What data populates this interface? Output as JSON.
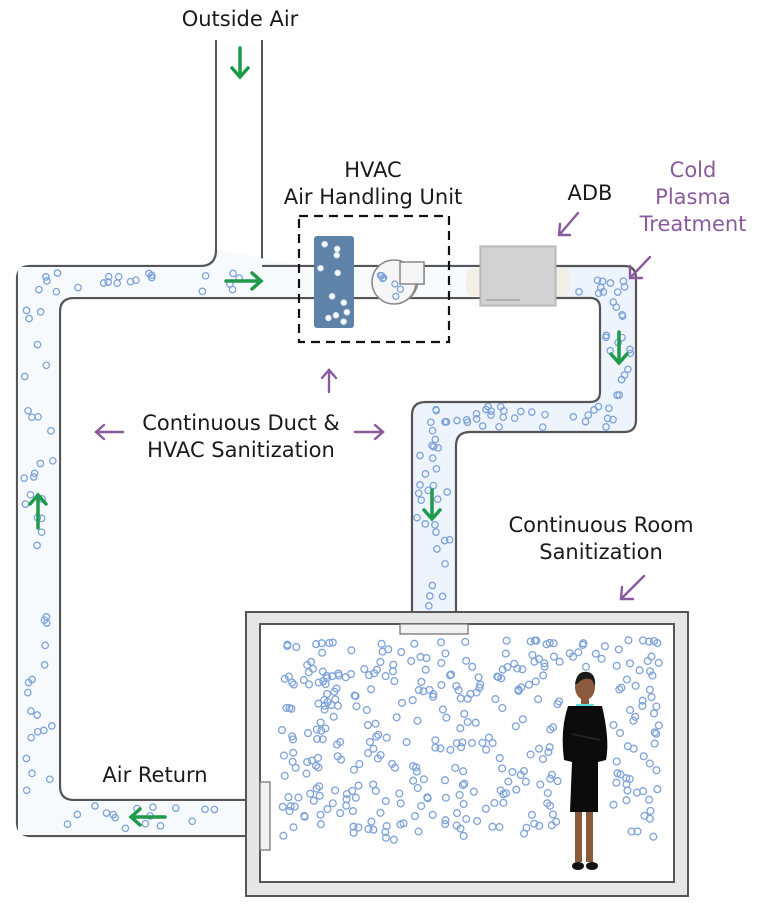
{
  "labels": {
    "outside_air": "Outside Air",
    "hvac_line1": "HVAC",
    "hvac_line2": "Air Handling Unit",
    "adb": "ADB",
    "cold_plasma_line1": "Cold",
    "cold_plasma_line2": "Plasma",
    "cold_plasma_line3": "Treatment",
    "duct_sanitization_line1": "Continuous Duct &",
    "duct_sanitization_line2": "HVAC Sanitization",
    "room_sanitization_line1": "Continuous Room",
    "room_sanitization_line2": "Sanitization",
    "air_return": "Air Return"
  },
  "colors": {
    "airflow_arrow": "#1f9a4a",
    "annotation_arrow": "#8a5a9e",
    "annotation_text": "#8a5a9e",
    "duct_outline": "#555555",
    "duct_fill_treated": "#eef4fb",
    "particle": "#7fa3d9",
    "filter": "#5e82a8",
    "room_wall": "#e6e6e6",
    "adb_unit": "#cfcfcf"
  },
  "airflow_arrows": [
    {
      "name": "outside-air-down",
      "direction": "down"
    },
    {
      "name": "into-ahu-right",
      "direction": "right"
    },
    {
      "name": "supply-riser-down",
      "direction": "down"
    },
    {
      "name": "supply-drop-down",
      "direction": "down"
    },
    {
      "name": "return-left",
      "direction": "left"
    },
    {
      "name": "return-riser-up",
      "direction": "up"
    }
  ],
  "annotation_arrows": [
    {
      "name": "adb-pointer",
      "direction": "down-left"
    },
    {
      "name": "cold-plasma-pointer",
      "direction": "down-left"
    },
    {
      "name": "duct-sanitization-up",
      "direction": "up"
    },
    {
      "name": "duct-sanitization-left",
      "direction": "left"
    },
    {
      "name": "duct-sanitization-right",
      "direction": "right"
    },
    {
      "name": "room-sanitization-pointer",
      "direction": "down-left"
    }
  ],
  "components": [
    "outside-air-intake",
    "air-handling-unit",
    "filter",
    "blower-fan",
    "adb-unit",
    "supply-duct",
    "supply-vent",
    "room",
    "occupant",
    "return-grille",
    "return-duct"
  ]
}
